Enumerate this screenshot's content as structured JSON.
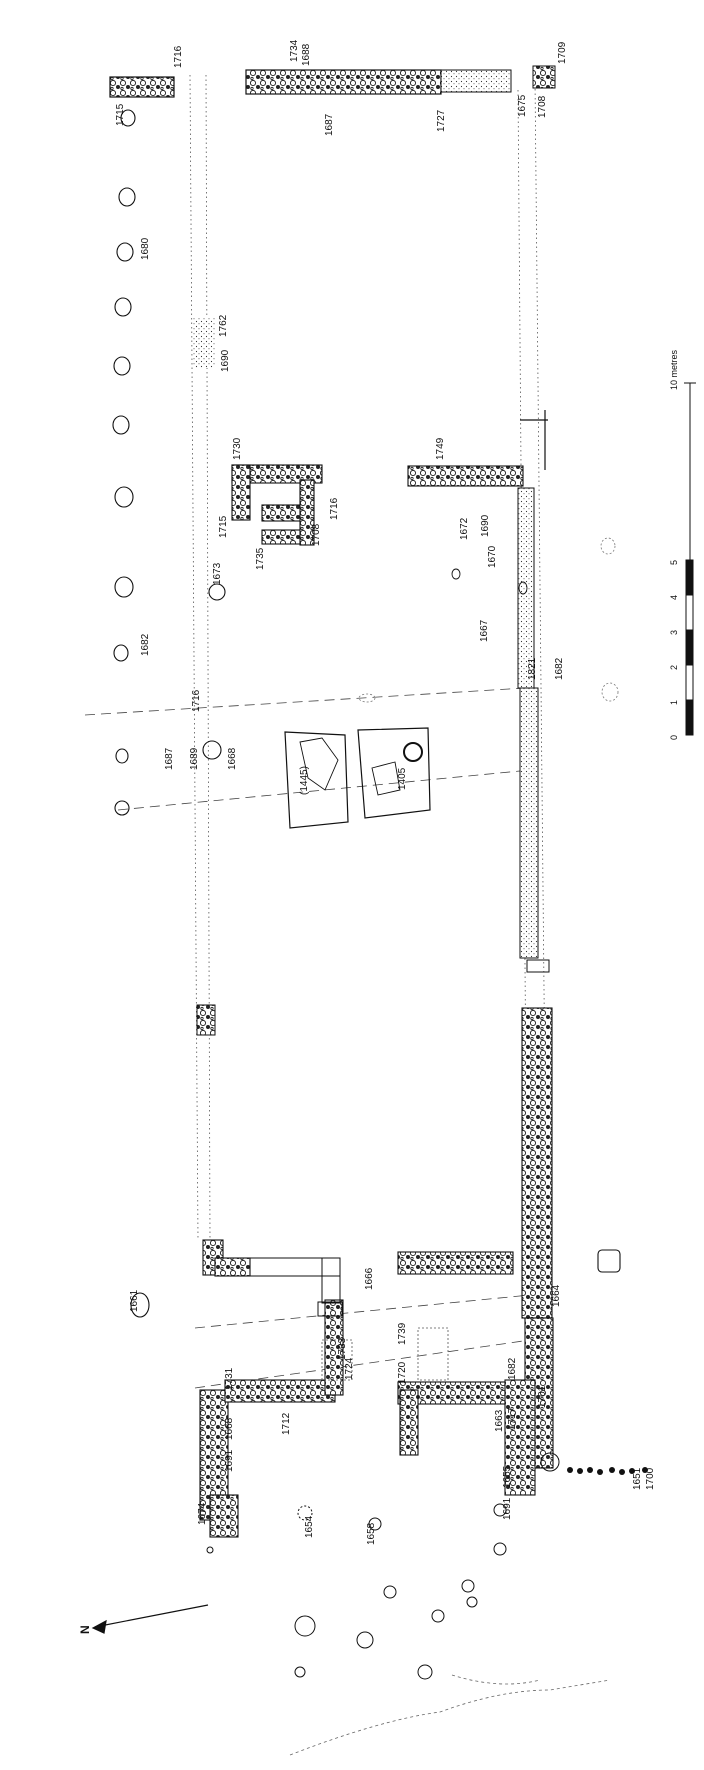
{
  "north_label": "N",
  "scale": {
    "title": "10 metres",
    "ticks": [
      "0",
      "1",
      "2",
      "3",
      "4",
      "5"
    ]
  },
  "labels": [
    "1715",
    "1716",
    "1734",
    "1688",
    "1709",
    "1687",
    "1727",
    "1675",
    "1708",
    "1680",
    "1762",
    "1690",
    "1730",
    "1749",
    "1715",
    "1716",
    "1708",
    "1735",
    "1673",
    "1672",
    "1690",
    "1670",
    "1682",
    "1667",
    "1716",
    "1821",
    "1682",
    "1687",
    "1689",
    "1668",
    "(1445)",
    "1405",
    "1661",
    "1666",
    "1739",
    "1733",
    "1731",
    "1724",
    "1720",
    "1682",
    "1664",
    "1712",
    "1668",
    "1691",
    "1663",
    "1717",
    "1701",
    "1655",
    "1691",
    "1674",
    "1654",
    "1658",
    "1651",
    "1700"
  ]
}
